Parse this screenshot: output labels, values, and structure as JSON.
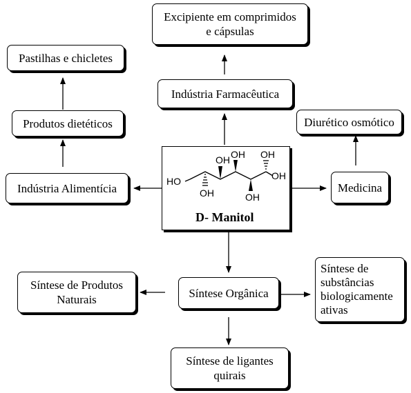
{
  "boxes": {
    "excipiente": "Excipiente em comprimidos\ne cápsulas",
    "pastilhas": "Pastilhas e chicletes",
    "farmaceutica": "Indústria Farmacêutica",
    "dieteticos": "Produtos dietéticos",
    "diuretico": "Diurético osmótico",
    "alimenticia": "Indústria Alimentícia",
    "medicina": "Medicina",
    "sint_naturais": "Síntese de Produtos\nNaturais",
    "sint_organica": "Síntese Orgânica",
    "sint_bio": "Síntese de\nsubstâncias\nbiologicamente\nativas",
    "sint_ligantes": "Síntese de ligantes\nquirais"
  },
  "molecule": {
    "name": "D- Manitol",
    "atoms": {
      "oh": "OH",
      "ho": "HO"
    }
  }
}
